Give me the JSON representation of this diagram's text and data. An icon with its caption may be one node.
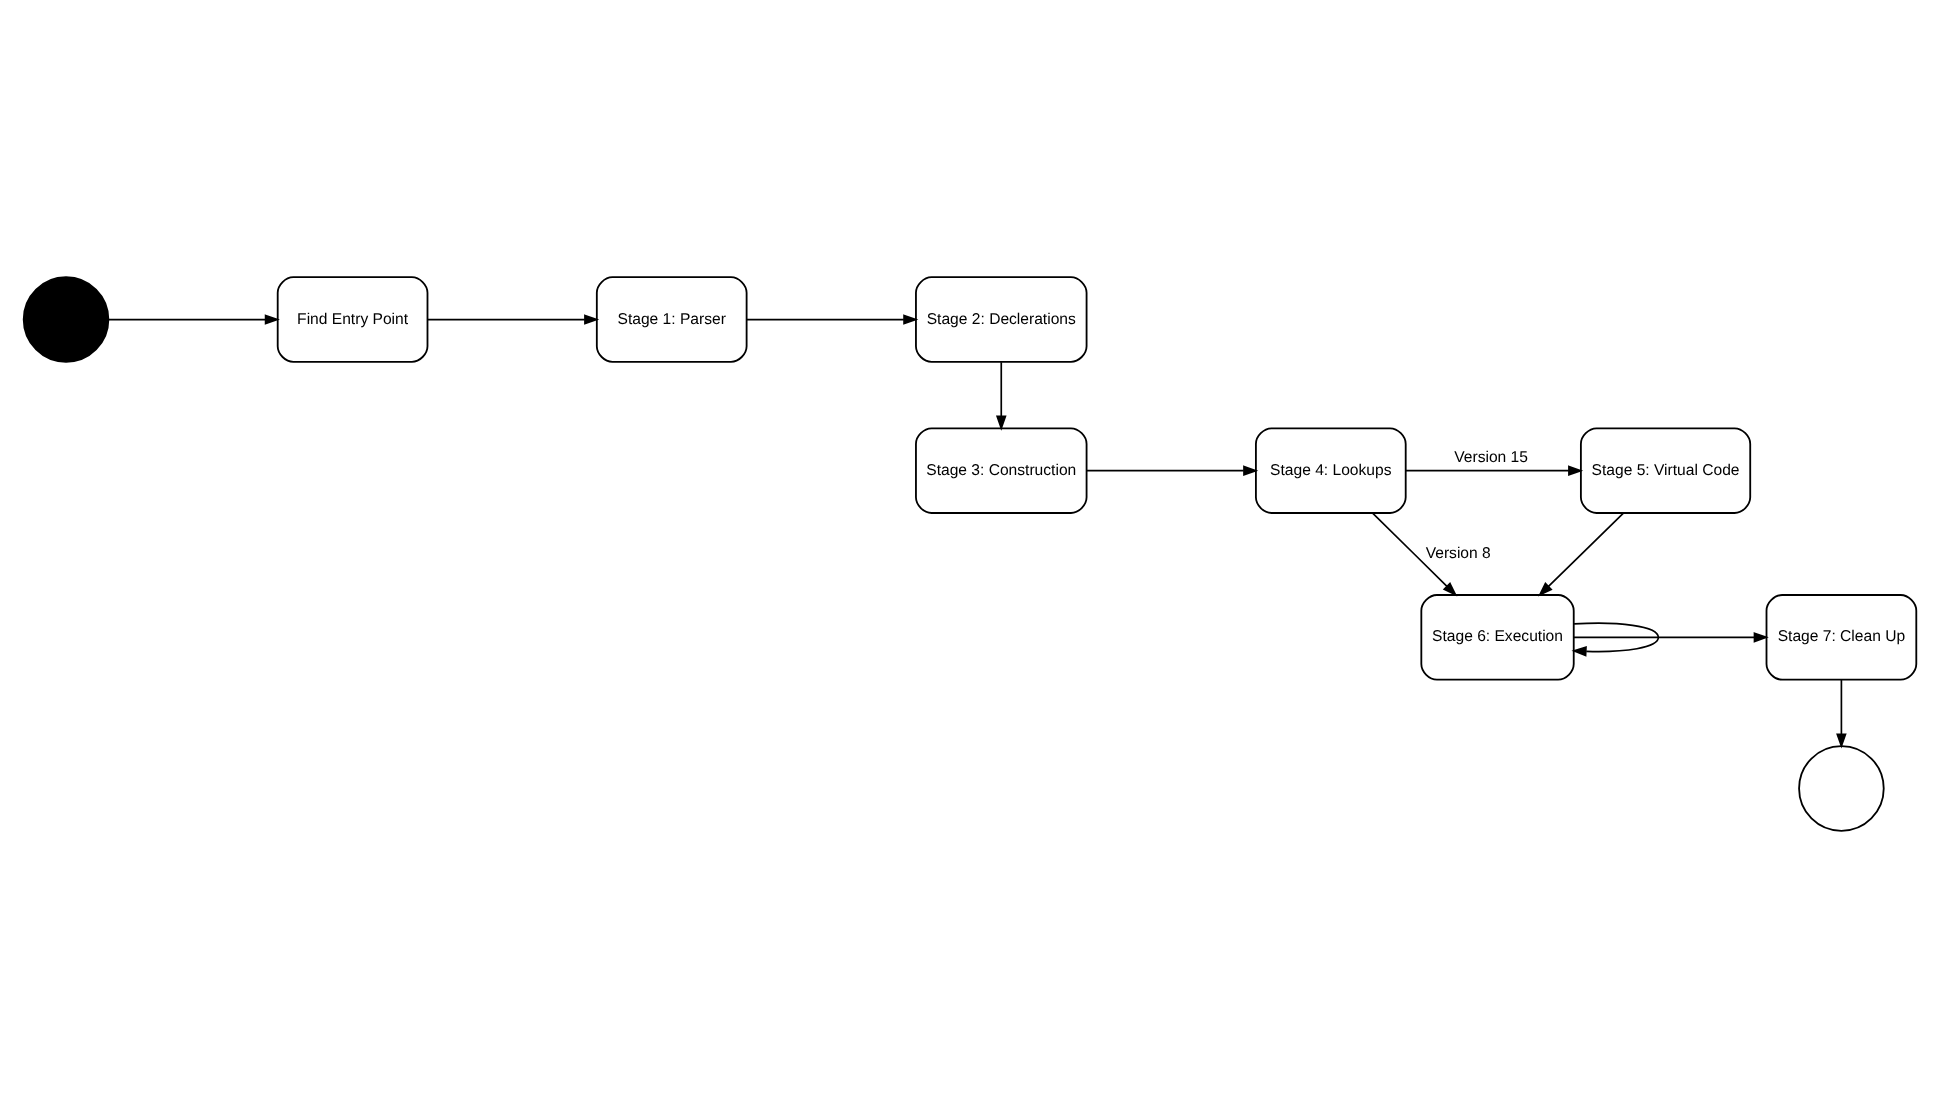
{
  "diagram": {
    "nodes": [
      {
        "text": [],
        "shape": "dot"
      },
      {
        "text": [
          "Find Entry Point"
        ]
      },
      {
        "text": [
          "Stage 1: Parser"
        ]
      },
      {
        "text": [
          "Stage 2: Declerations"
        ]
      },
      {
        "text": [
          "Stage 5: Virtual Code"
        ]
      },
      {
        "text": [
          "Stage 4: Lookups"
        ]
      },
      {
        "text": [
          "Stage 3: Construction"
        ]
      },
      {
        "text": [
          "Stage 6: Execution"
        ]
      },
      {
        "text": [
          "Stage 7: Clean Up"
        ]
      },
      {
        "text": [],
        "shape": "circle"
      }
    ],
    "edges": [
      {
        "from": 0,
        "to": 1,
        "arrow": "to"
      },
      {
        "from": 1,
        "to": 2,
        "arrow": "to"
      },
      {
        "from": 2,
        "to": 3,
        "arrow": "to"
      },
      {
        "from": 3,
        "to": 6,
        "arrow": "to"
      },
      {
        "from": 6,
        "to": 5,
        "arrow": "to"
      },
      {
        "from": 5,
        "to": 4,
        "arrow": "to",
        "label": "Version 15"
      },
      {
        "from": 5,
        "to": 7,
        "arrow": "to",
        "label": "Version 8"
      },
      {
        "from": 4,
        "to": 7,
        "arrow": "to"
      },
      {
        "from": 7,
        "to": 7,
        "arrow": "to"
      },
      {
        "from": 7,
        "to": 8,
        "arrow": "to"
      },
      {
        "from": 8,
        "to": 9,
        "arrow": "to"
      }
    ]
  }
}
